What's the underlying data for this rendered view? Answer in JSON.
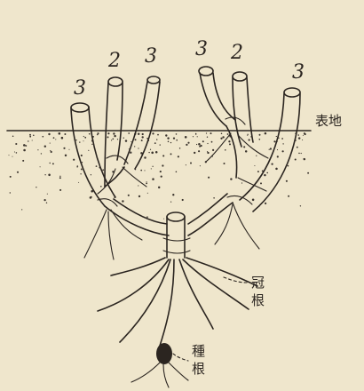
{
  "labels": {
    "surface": "表地",
    "crown_root_1": "冠",
    "crown_root_2": "根",
    "seed_root_1": "種",
    "seed_root_2": "根"
  },
  "stem_numbers": [
    "3",
    "2",
    "3",
    "3",
    "2",
    "3"
  ],
  "colors": {
    "paper": "#efe6cc",
    "ink": "#2b2520",
    "soil": "#3a332c"
  }
}
